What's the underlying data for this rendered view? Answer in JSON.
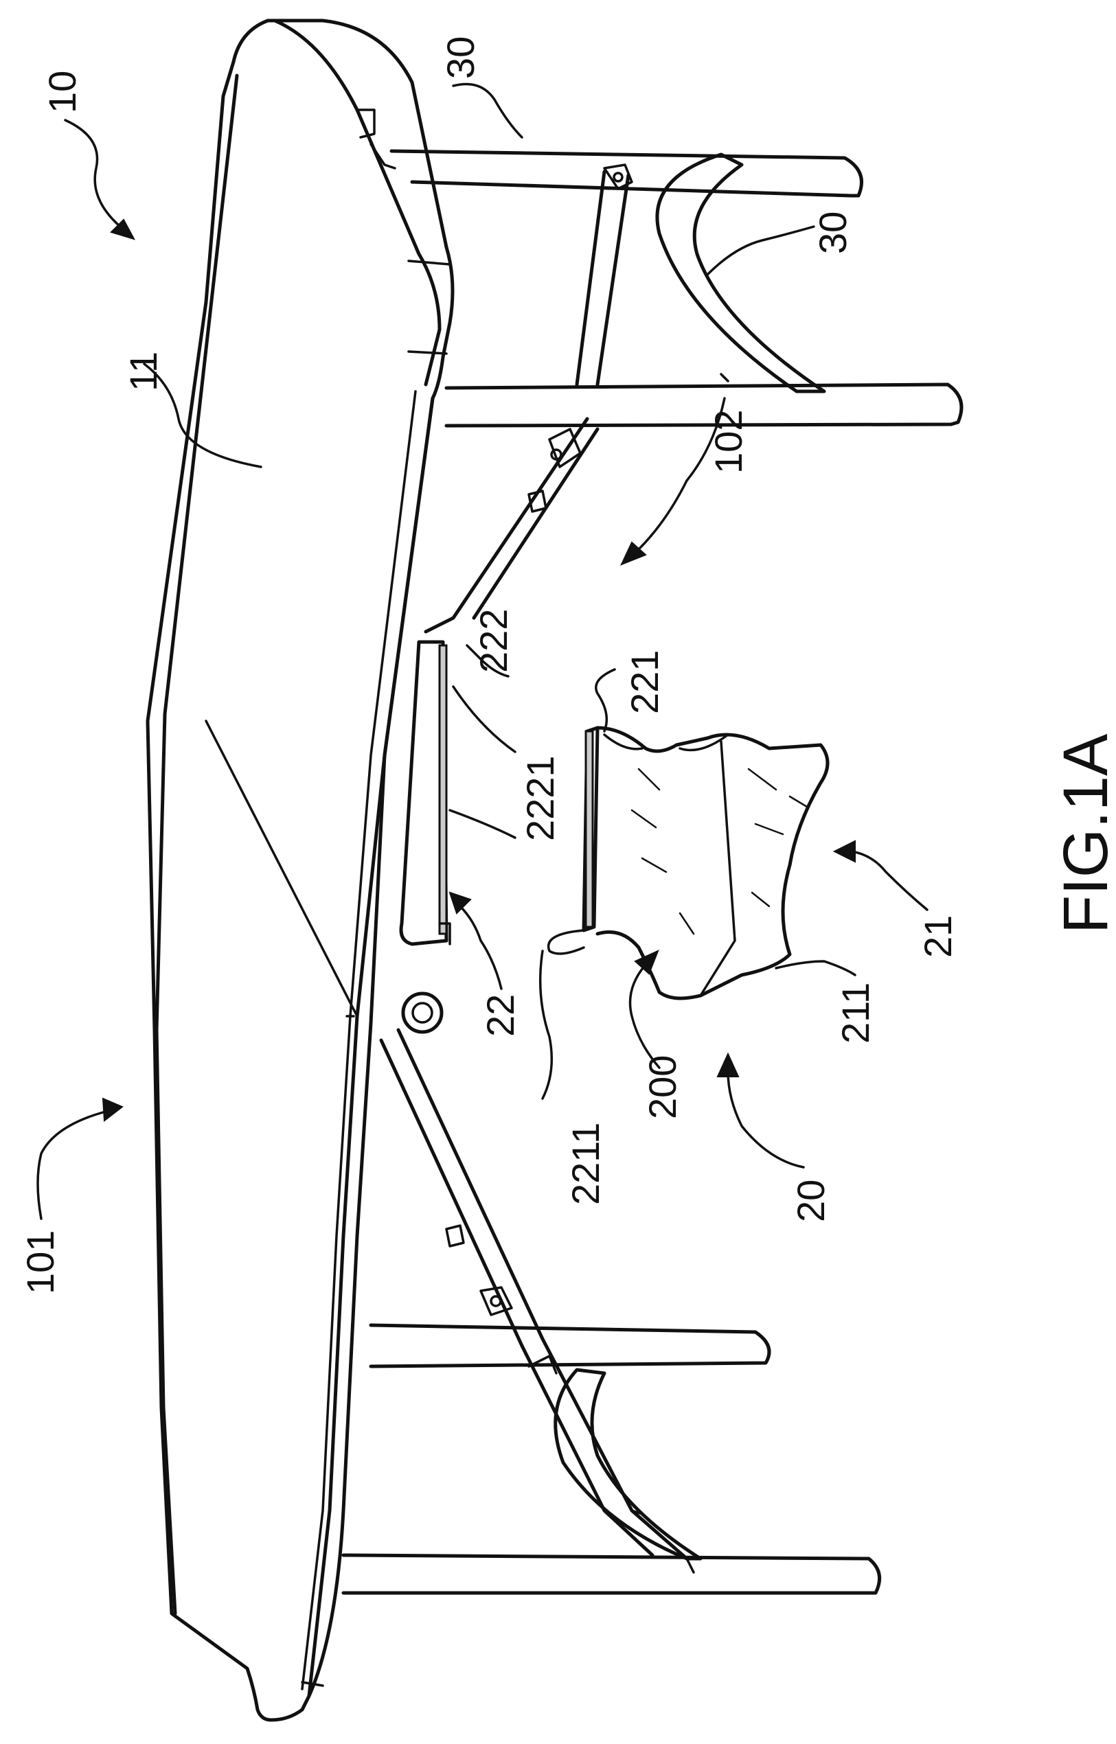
{
  "figure_label": "FIG.1A",
  "reference_numerals": {
    "table_assembly": "10",
    "table_top": "11",
    "end_101": "101",
    "end_102": "102",
    "accessory_assembly": "20",
    "bag_body": "21",
    "bag_film": "211",
    "bag_opening": "200",
    "holder": "22",
    "holder_track": "222",
    "holder_rail": "2221",
    "bag_rail": "221",
    "bag_rail_tip": "2211",
    "leg_upper": "30",
    "leg_brace": "30"
  },
  "colors": {
    "line": "#111111",
    "background": "#ffffff"
  }
}
